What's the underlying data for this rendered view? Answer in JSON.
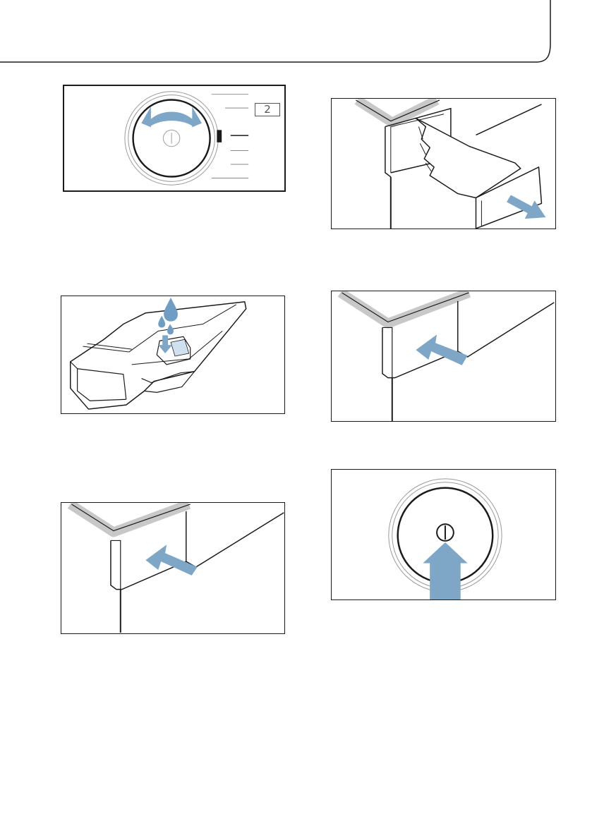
{
  "document": {
    "page_type": "appliance-manual-illustrations",
    "colors": {
      "line": "#1a1a1a",
      "accent_arrow": "#7ea6c7",
      "drop": "#6f9dc4",
      "bezel_gray": "#c8c8c8"
    },
    "panels": [
      {
        "id": "dial-turn",
        "icons": [
          "program-dial",
          "rotate-arrow-icon",
          "power-symbol-icon"
        ],
        "indicator_value": "2"
      },
      {
        "id": "fill-drawer",
        "icons": [
          "detergent-drawer",
          "water-drop-icon",
          "down-arrow-icon"
        ]
      },
      {
        "id": "close-drawer",
        "icons": [
          "drawer-front",
          "push-arrow-icon"
        ]
      },
      {
        "id": "pull-drawer",
        "icons": [
          "drawer-open",
          "pull-arrow-icon"
        ]
      },
      {
        "id": "close-drawer-2",
        "icons": [
          "drawer-front",
          "push-arrow-icon"
        ]
      },
      {
        "id": "press-start",
        "icons": [
          "start-button",
          "power-symbol-icon",
          "press-arrow-icon"
        ]
      }
    ]
  }
}
